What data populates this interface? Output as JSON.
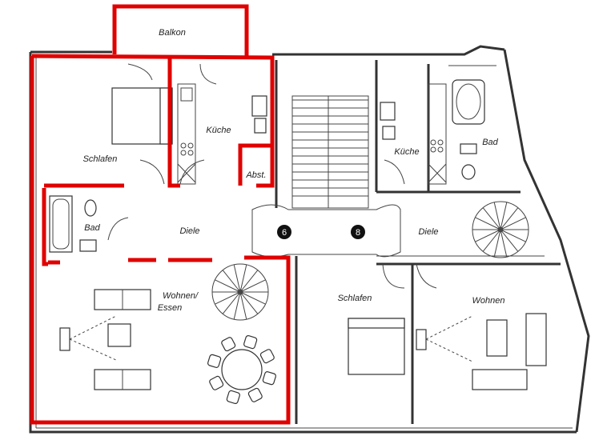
{
  "plan": {
    "rooms": {
      "balkon": "Balkon",
      "schlafen_left": "Schlafen",
      "kueche_left": "Küche",
      "abst": "Abst.",
      "bad_left": "Bad",
      "diele_left": "Diele",
      "wohnen_essen_line1": "Wohnen/",
      "wohnen_essen_line2": "Essen",
      "kueche_right": "Küche",
      "bad_right": "Bad",
      "diele_right": "Diele",
      "schlafen_right": "Schlafen",
      "wohnen_right": "Wohnen"
    },
    "markers": {
      "marker_6": "6",
      "marker_8": "8"
    },
    "colors": {
      "highlight": "#e00000",
      "wall": "#333333"
    }
  }
}
